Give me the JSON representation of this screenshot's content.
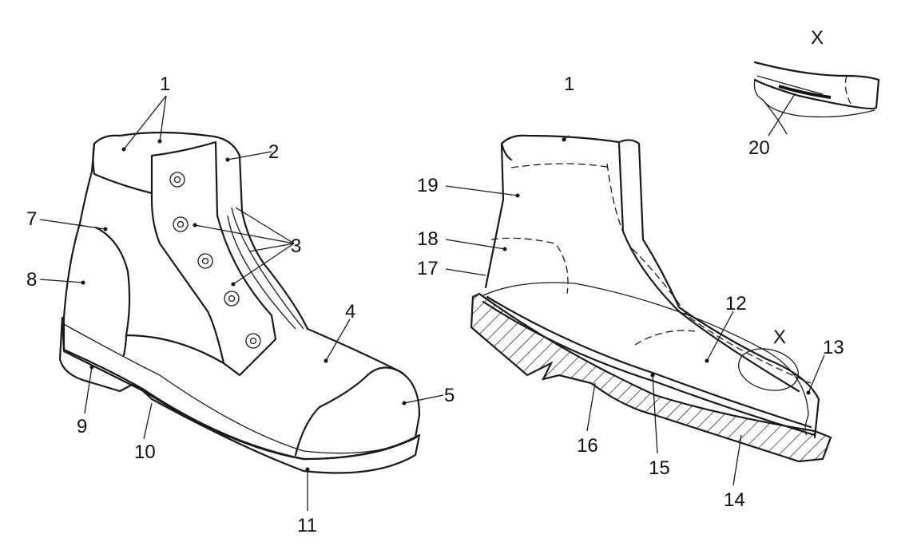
{
  "left_boot": {
    "labels": {
      "l1": "1",
      "l2": "2",
      "l3": "3",
      "l4": "4",
      "l5": "5",
      "l7": "7",
      "l8": "8",
      "l9": "9",
      "l10": "10",
      "l11": "11"
    }
  },
  "right_boot": {
    "labels": {
      "l1": "1",
      "l19": "19",
      "l18": "18",
      "l17": "17",
      "l12": "12",
      "l13": "13",
      "lx": "X",
      "l14": "14",
      "l15": "15",
      "l16": "16"
    }
  },
  "detail": {
    "labels": {
      "lx": "X",
      "l20": "20"
    }
  }
}
